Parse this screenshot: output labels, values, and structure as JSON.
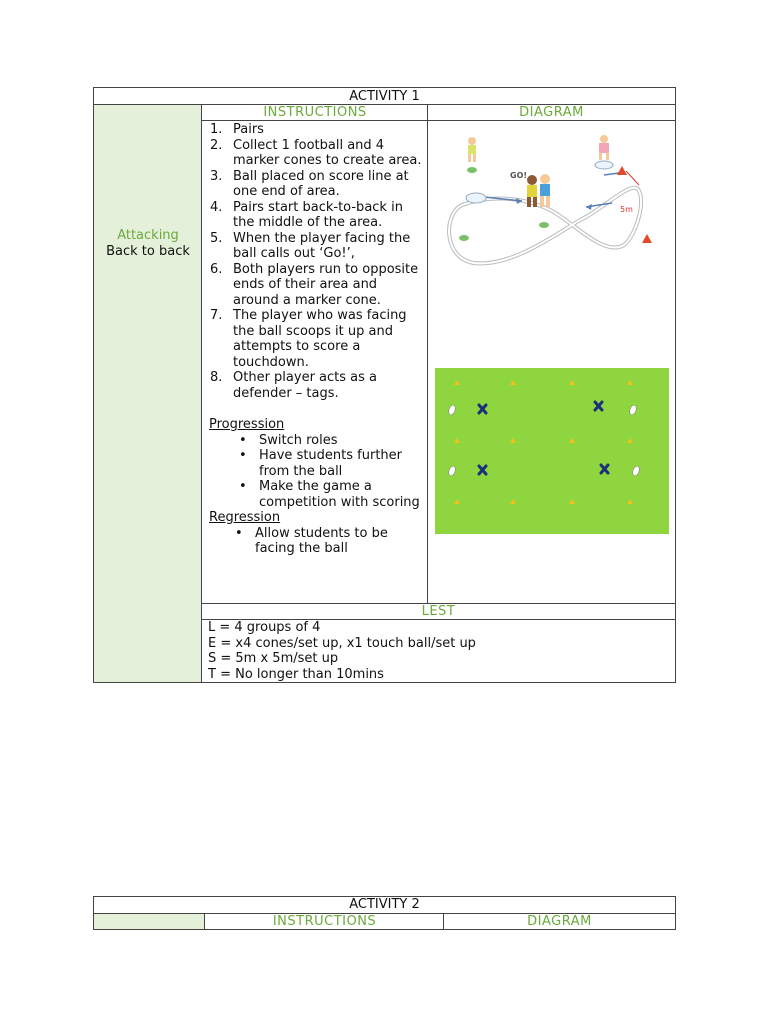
{
  "activity1": {
    "title": "ACTIVITY 1",
    "instructions_header": "INSTRUCTIONS",
    "diagram_header": "DIAGRAM",
    "side_label_1": "Attacking",
    "side_label_2": "Back to back",
    "steps": [
      {
        "num": "1.",
        "text": "Pairs"
      },
      {
        "num": "2.",
        "text": "Collect 1 football and 4 marker cones to create area."
      },
      {
        "num": "3.",
        "text": "Ball placed on score line at one end of area."
      },
      {
        "num": "4.",
        "text": "Pairs start back-to-back in the middle of the area."
      },
      {
        "num": "5.",
        "text": "When the player facing the ball calls out ‘Go!’,"
      },
      {
        "num": "6.",
        "text": " Both players run to opposite ends of their area and around a marker cone."
      },
      {
        "num": "7.",
        "text": "The player who was facing the ball scoops it up and attempts to score a touchdown."
      },
      {
        "num": "8.",
        "text": "Other player acts as a defender – tags."
      }
    ],
    "progression_title": "Progression",
    "progression_items": [
      "Switch roles",
      "Have students further from the ball",
      "Make the game a competition with scoring"
    ],
    "regression_title": "Regression",
    "regression_items": [
      "Allow students to be facing the ball"
    ],
    "bullet": "•",
    "lest_header": "LEST",
    "lest_lines": [
      "L = 4 groups of 4",
      "E = x4 cones/set up, x1 touch ball/set up",
      "S = 5m x 5m/set up",
      "T = No longer than 10mins"
    ],
    "diagram_top": {
      "go_label": "GO!",
      "distance_label": "5m"
    }
  },
  "activity2": {
    "title": "ACTIVITY 2",
    "instructions_header": "INSTRUCTIONS",
    "diagram_header": "DIAGRAM"
  },
  "colors": {
    "accent_green": "#6aaa3a",
    "side_fill": "#e5f0da",
    "field_green": "#8ed53f"
  }
}
